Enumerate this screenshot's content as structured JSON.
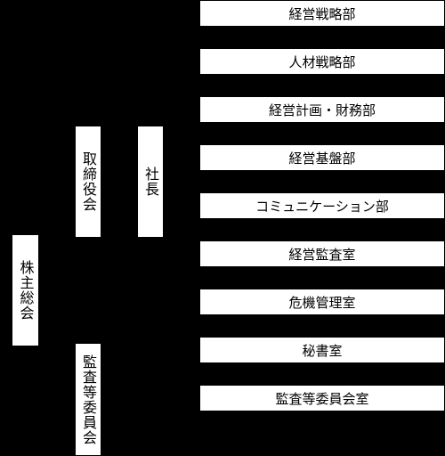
{
  "nodes": {
    "shareholders": "株主総会",
    "board": "取締役会",
    "president": "社長",
    "audit_committee": "監査等委員会"
  },
  "departments": [
    "経営戦略部",
    "人材戦略部",
    "経営計画・財務部",
    "経営基盤部",
    "コミュニケーション部",
    "経営監査室",
    "危機管理室",
    "秘書室",
    "監査等委員会室"
  ],
  "colors": {
    "background": "#000000",
    "box": "#ffffff",
    "text": "#000000"
  }
}
